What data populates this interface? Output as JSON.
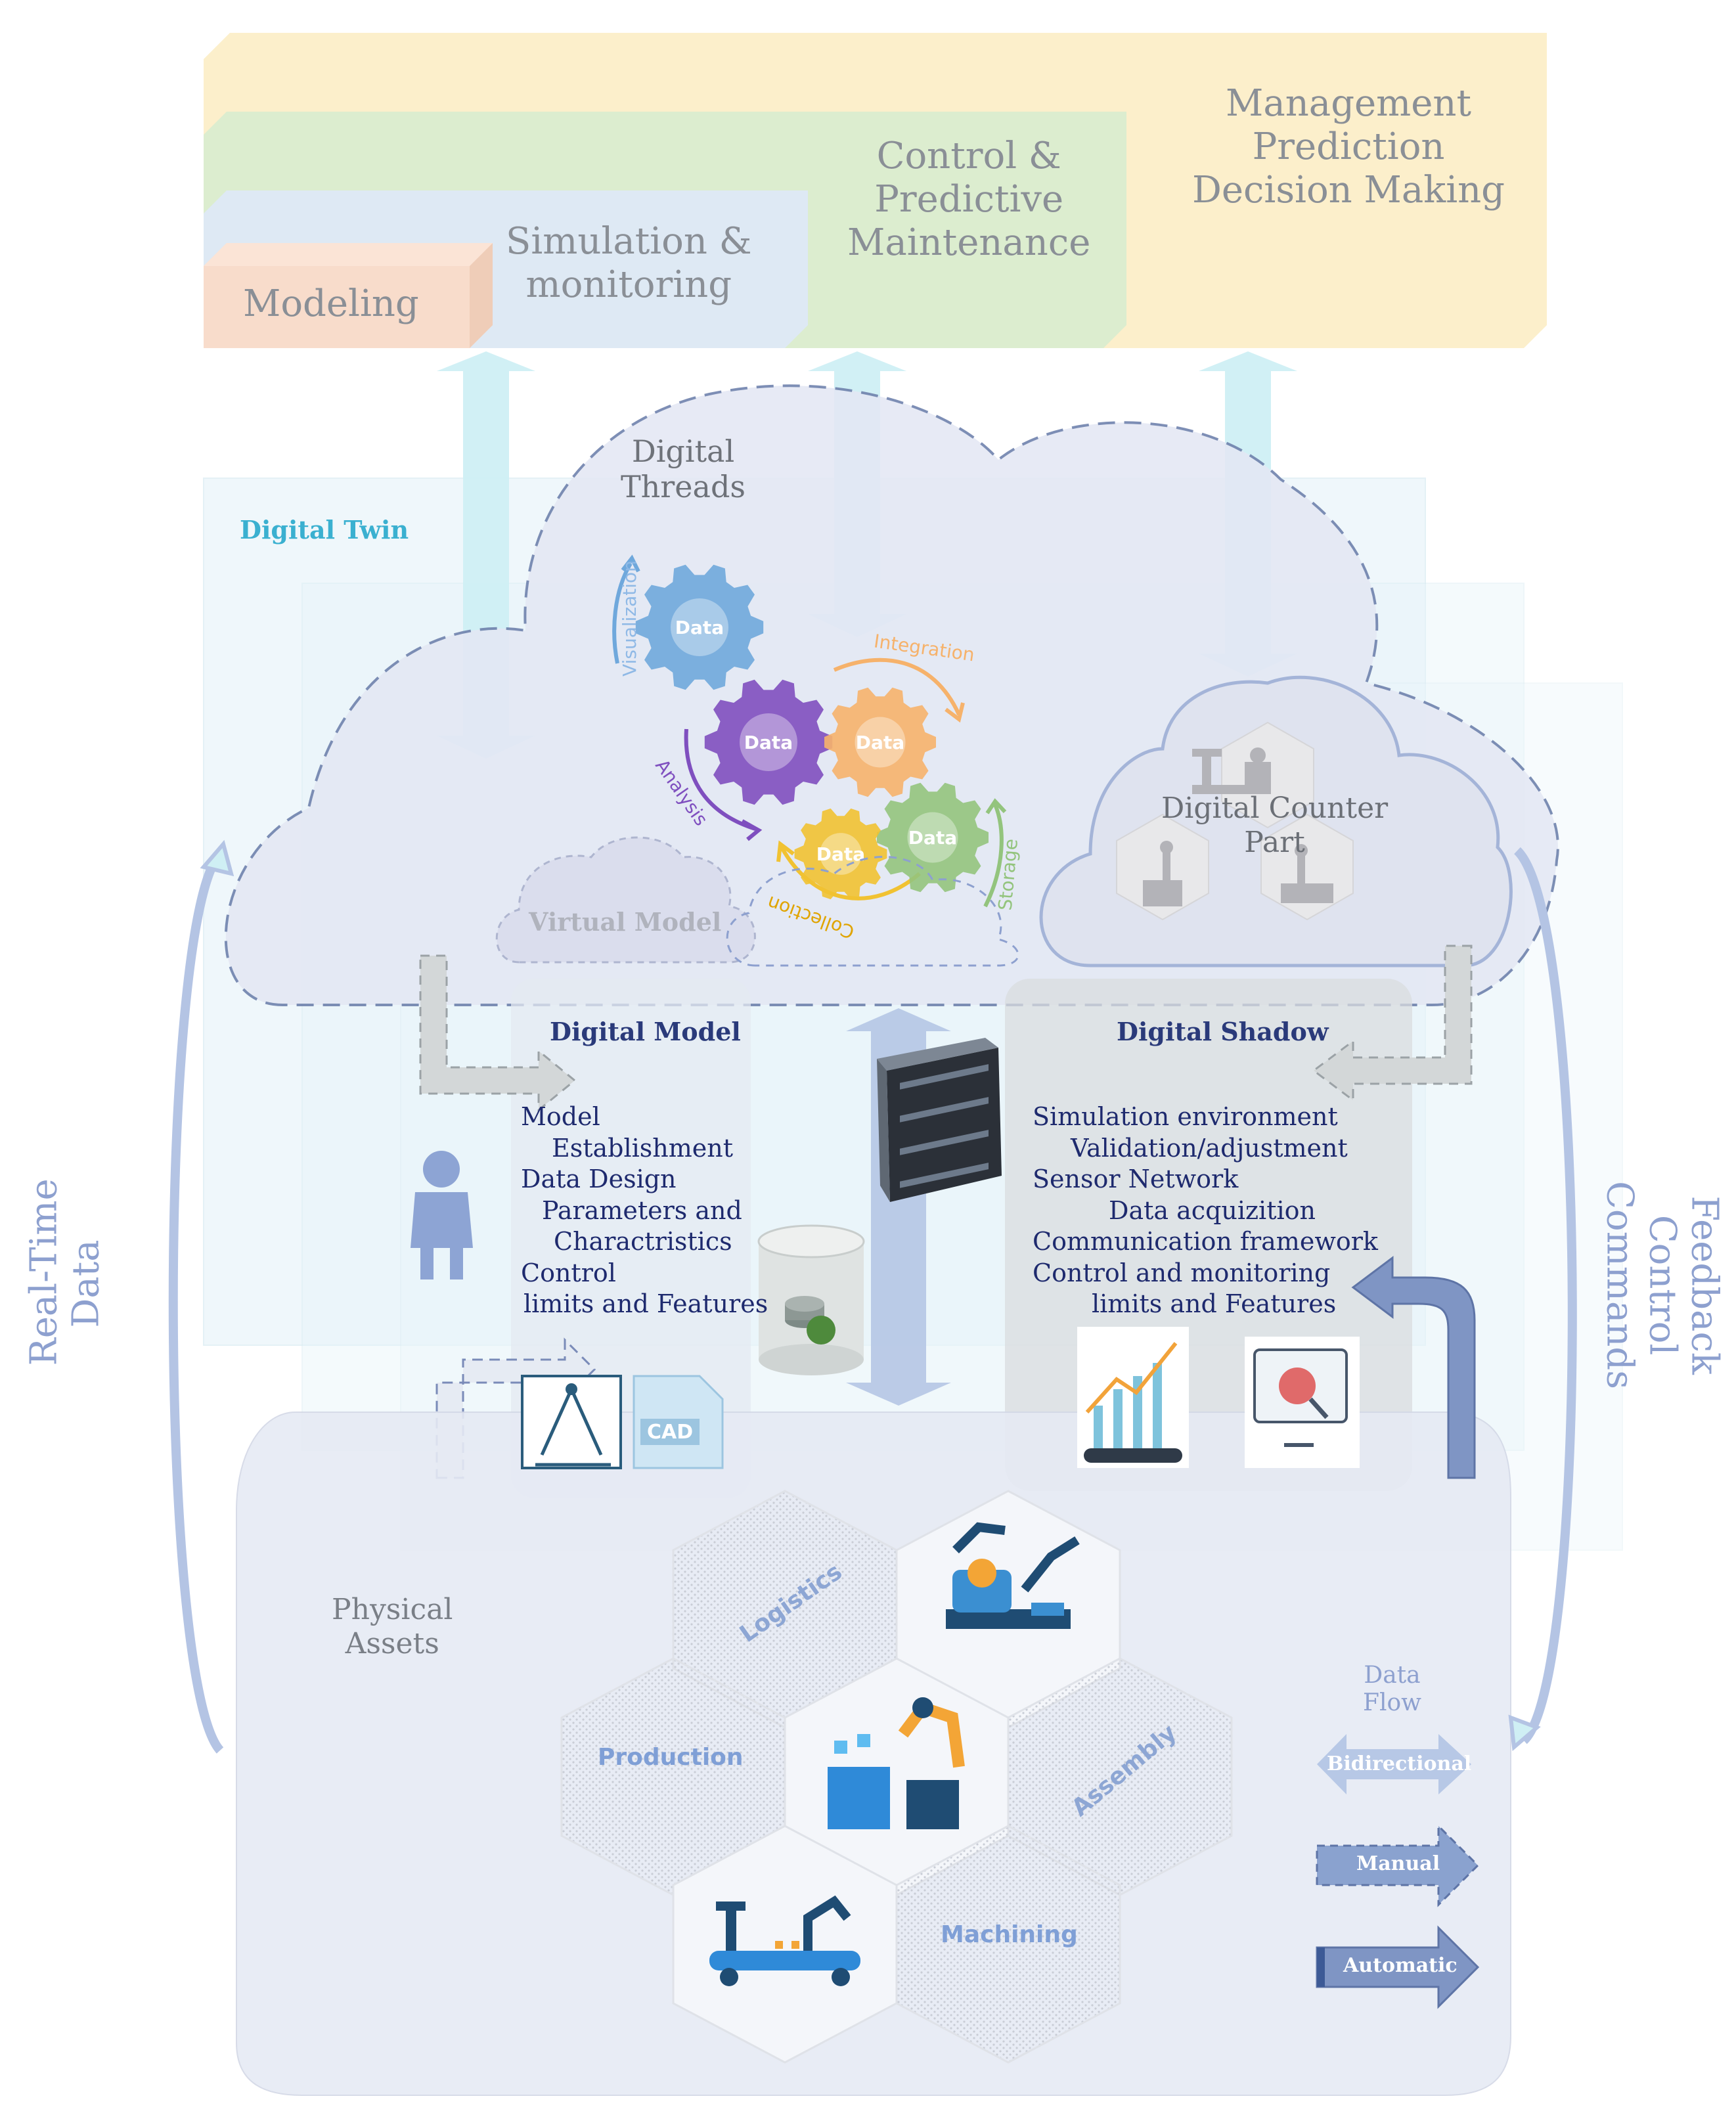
{
  "layers": {
    "modeling": "Modeling",
    "simulation": [
      "Simulation &",
      "monitoring"
    ],
    "control": [
      "Control &",
      "Predictive",
      "Maintenance"
    ],
    "management": [
      "Management",
      "Prediction",
      "Decision Making"
    ]
  },
  "digital_twin_label": "Digital Twin",
  "digital_threads": {
    "title": [
      "Digital",
      "Threads"
    ],
    "gear_label": "Data",
    "cycle": [
      "Visualization",
      "Integration",
      "Analysis",
      "Collection",
      "Storage"
    ]
  },
  "virtual_model": "Virtual Model",
  "counterpart": [
    "Digital Counter",
    "Part"
  ],
  "digital_model": {
    "title": "Digital Model",
    "lines": [
      "Model",
      "Establishment",
      "Data Design",
      "Parameters and",
      "Charactristics",
      "Control",
      "limits and Features"
    ],
    "cad_label": "CAD"
  },
  "digital_shadow": {
    "title": "Digital Shadow",
    "lines": [
      "Simulation environment",
      "Validation/adjustment",
      "Sensor Network",
      "Data acquizition",
      "Communication  framework",
      "Control and monitoring",
      "limits and Features"
    ]
  },
  "side_labels": {
    "left": [
      "Real-Time",
      "Data"
    ],
    "right": [
      "Feedback",
      "Control",
      "Commands"
    ]
  },
  "physical": {
    "title": [
      "Physical",
      "Assets"
    ],
    "hexes": [
      "Logistics",
      "Production",
      "Assembly",
      "Machining"
    ]
  },
  "legend": {
    "title": [
      "Data",
      "Flow"
    ],
    "items": [
      "Bidirectional",
      "Manual",
      "Automatic"
    ]
  },
  "colors": {
    "modeling": "#f8dccb",
    "simulation": "#dde9f5",
    "control": "#d8eccf",
    "management": "#fcecc2",
    "cloud": "#e4e8f4",
    "twin_frame": "#e3f2f8",
    "pad": "#e8eaee",
    "physical": "#e7ebf5",
    "arrow_light": "#cfeff4",
    "arrow_blue": "#b7c8e6",
    "arrow_dark": "#8aa2cf",
    "gear_blue": "#6fa8dc",
    "gear_purple": "#7f4fbf",
    "gear_orange": "#f6b26b",
    "gear_yellow": "#f1c232",
    "gear_green": "#93c47d"
  }
}
